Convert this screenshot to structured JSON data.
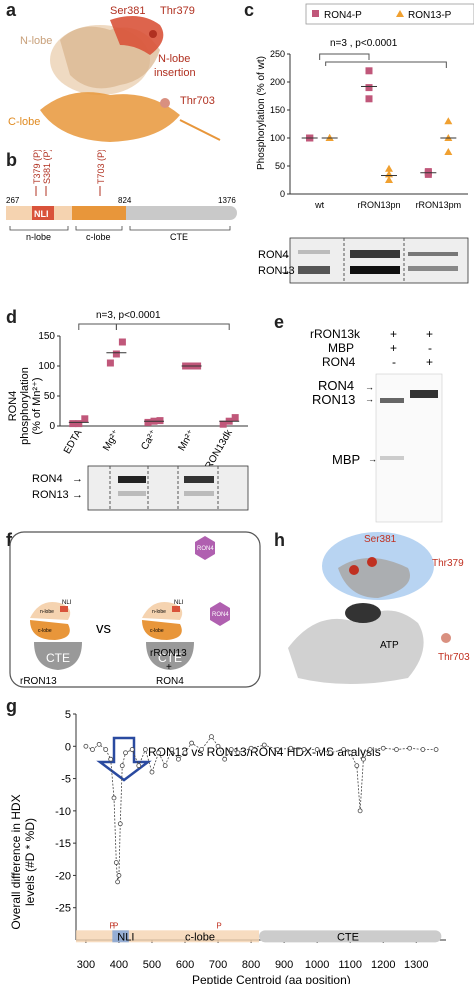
{
  "panel_letters": {
    "a": "a",
    "b": "b",
    "c": "c",
    "d": "d",
    "e": "e",
    "f": "f",
    "g": "g",
    "h": "h"
  },
  "panel_a": {
    "labels": {
      "ser381": "Ser381",
      "thr379": "Thr379",
      "n_lobe": "N-lobe",
      "n_lobe_insertion_1": "N-lobe",
      "n_lobe_insertion_2": "insertion",
      "c_lobe": "C-lobe",
      "thr703": "Thr703"
    }
  },
  "panel_b": {
    "phospho": [
      "T379 (P)",
      "S381 (P)",
      "T703 (P)"
    ],
    "positions": [
      "267",
      "824",
      "1376"
    ],
    "nli": "NLI",
    "domains": [
      "n-lobe",
      "c-lobe",
      "CTE"
    ],
    "colors": {
      "n_lobe": "#f5d3b0",
      "c_lobe": "#e8963a",
      "cte": "#c9c9c9",
      "nli": "#d9533a"
    }
  },
  "panel_c": {
    "legend": [
      "RON4-P",
      "RON13-P"
    ],
    "stat": "n=3 , p<0.0001",
    "gel_labels": [
      "RON4",
      "RON13"
    ],
    "chart_data": {
      "type": "scatter",
      "ylabel": "Phosphorylation (% of wt)",
      "categories": [
        "wt",
        "rRON13pn",
        "rRON13pm"
      ],
      "ylim": [
        0,
        250
      ],
      "yticks": [
        "0",
        "50",
        "100",
        "150",
        "200",
        "250"
      ],
      "series": [
        {
          "name": "RON4-P",
          "color": "#c0577a",
          "points": [
            [
              0,
              100
            ],
            [
              0,
              100
            ],
            [
              0,
              100
            ],
            [
              1,
              170
            ],
            [
              1,
              190
            ],
            [
              1,
              220
            ],
            [
              2,
              35
            ],
            [
              2,
              38
            ],
            [
              2,
              40
            ]
          ],
          "means": [
            100,
            192,
            38
          ]
        },
        {
          "name": "RON13-P",
          "color": "#f0a030",
          "points": [
            [
              0,
              100
            ],
            [
              0,
              100
            ],
            [
              0,
              100
            ],
            [
              1,
              25
            ],
            [
              1,
              35
            ],
            [
              1,
              45
            ],
            [
              2,
              75
            ],
            [
              2,
              100
            ],
            [
              2,
              130
            ]
          ],
          "means": [
            100,
            33,
            100
          ]
        }
      ]
    }
  },
  "panel_d": {
    "stat": "n=3, p<0.0001",
    "gel_labels": [
      "RON4",
      "RON13"
    ],
    "chart_data": {
      "type": "scatter",
      "ylabel_1": "RON4",
      "ylabel_2": "phosphorylation",
      "ylabel_3": "(% of Mn²⁺)",
      "categories": [
        "EDTA",
        "Mg²⁺",
        "Ca²⁺",
        "Mn²⁺",
        "rRON13dk"
      ],
      "ylim": [
        0,
        150
      ],
      "yticks": [
        "0",
        "50",
        "100",
        "150"
      ],
      "series": [
        {
          "color": "#c0577a",
          "points": [
            [
              0,
              4
            ],
            [
              0,
              4
            ],
            [
              0,
              12
            ],
            [
              1,
              105
            ],
            [
              1,
              120
            ],
            [
              1,
              140
            ],
            [
              2,
              6
            ],
            [
              2,
              8
            ],
            [
              2,
              9
            ],
            [
              3,
              100
            ],
            [
              3,
              100
            ],
            [
              3,
              100
            ],
            [
              4,
              3
            ],
            [
              4,
              8
            ],
            [
              4,
              14
            ]
          ],
          "means": [
            6,
            122,
            8,
            100,
            8
          ]
        }
      ]
    }
  },
  "panel_e": {
    "rows": [
      {
        "label": "rRON13k",
        "vals": [
          "+",
          "+"
        ]
      },
      {
        "label": "MBP",
        "vals": [
          "+",
          "-"
        ]
      },
      {
        "label": "RON4",
        "vals": [
          "-",
          "+"
        ]
      }
    ],
    "bands": [
      "RON4",
      "RON13",
      "MBP"
    ]
  },
  "panel_f": {
    "vs": "vs",
    "left_caption": "rRON13",
    "right_caption": [
      "rRON13",
      "+",
      "RON4"
    ],
    "labels": {
      "n_lobe": "n-lobe",
      "nli": "NLI",
      "c_lobe": "c-lobe",
      "cte": "CTE",
      "ron4": "RON4"
    }
  },
  "panel_h": {
    "labels": {
      "ser381": "Ser381",
      "thr379": "Thr379",
      "atp": "ATP",
      "thr703": "Thr703"
    }
  },
  "panel_g": {
    "title": "RON13 vs RON13/RON4 HDX-MS analysis",
    "bar_labels": {
      "nli": "NLI",
      "c_lobe": "c-lobe",
      "cte": "CTE",
      "p": "P"
    },
    "chart_data": {
      "type": "line",
      "xlabel": "Peptide Centroid (aa position)",
      "ylabel_1": "Overall difference in HDX",
      "ylabel_2": "levels (#D * %D)",
      "xlim": [
        270,
        1390
      ],
      "ylim": [
        -30,
        5
      ],
      "xticks": [
        300,
        400,
        500,
        600,
        700,
        800,
        900,
        1000,
        1100,
        1200,
        1300
      ],
      "yticks": [
        5,
        0,
        -5,
        -10,
        -15,
        -20,
        -25
      ],
      "series": [
        {
          "name": "",
          "points": [
            [
              300,
              0
            ],
            [
              320,
              -0.5
            ],
            [
              340,
              0.3
            ],
            [
              360,
              -0.5
            ],
            [
              375,
              -2
            ],
            [
              385,
              -8
            ],
            [
              392,
              -18
            ],
            [
              396,
              -21
            ],
            [
              400,
              -20
            ],
            [
              404,
              -12
            ],
            [
              410,
              -3
            ],
            [
              420,
              -1
            ],
            [
              440,
              -0.5
            ],
            [
              460,
              -3
            ],
            [
              480,
              -0.5
            ],
            [
              500,
              -4
            ],
            [
              520,
              -1
            ],
            [
              540,
              -3
            ],
            [
              560,
              -0.5
            ],
            [
              580,
              -2
            ],
            [
              600,
              -1
            ],
            [
              620,
              0.5
            ],
            [
              650,
              -0.5
            ],
            [
              680,
              1.5
            ],
            [
              700,
              0
            ],
            [
              720,
              -2
            ],
            [
              740,
              -0.5
            ],
            [
              760,
              -1
            ],
            [
              800,
              -0.3
            ],
            [
              840,
              0.2
            ],
            [
              880,
              -0.5
            ],
            [
              920,
              -0.3
            ],
            [
              960,
              -0.5
            ],
            [
              1000,
              -0.5
            ],
            [
              1040,
              -1
            ],
            [
              1080,
              -0.5
            ],
            [
              1100,
              -1
            ],
            [
              1120,
              -3
            ],
            [
              1130,
              -10
            ],
            [
              1140,
              -2
            ],
            [
              1160,
              -0.5
            ],
            [
              1200,
              -0.3
            ],
            [
              1240,
              -0.5
            ],
            [
              1280,
              -0.3
            ],
            [
              1320,
              -0.5
            ],
            [
              1360,
              -0.5
            ]
          ]
        }
      ]
    }
  }
}
